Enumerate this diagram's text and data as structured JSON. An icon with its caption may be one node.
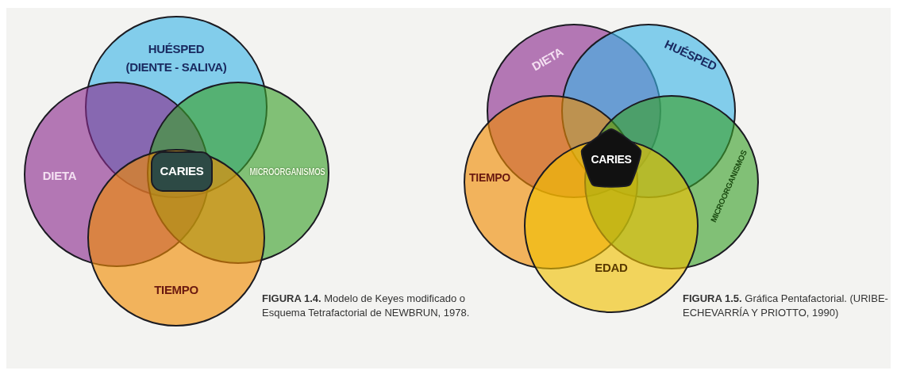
{
  "diagram": {
    "nodes": [
      {
        "text": [
          "HUÉSPED",
          "(DIENTE - SALIVA)"
        ]
      },
      {
        "text": [
          "DIETA"
        ]
      },
      {
        "text": [
          "CARIES"
        ]
      },
      {
        "text": [
          "MICROORGANISMOS"
        ]
      },
      {
        "text": [
          "TIEMPO"
        ]
      },
      {
        "text": [
          "DIETA"
        ]
      },
      {
        "text": [
          "HUÉSPED"
        ]
      },
      {
        "text": [
          "TIEMPO"
        ]
      },
      {
        "text": [
          "CARIES"
        ]
      },
      {
        "text": [
          "MICROORGANISMOS"
        ]
      },
      {
        "text": [
          "EDAD"
        ]
      }
    ],
    "labels": [
      "**FIGURA 1.4.** Modelo de Keyes modificado o Esquema Tetrafactorial de NEWBRUN, 1978.",
      "**FIGURA 1.5.** Gráfica Pentafactorial. (URIBE-ECHEVARRÍA Y PRIOTTO, 1990)"
    ]
  }
}
